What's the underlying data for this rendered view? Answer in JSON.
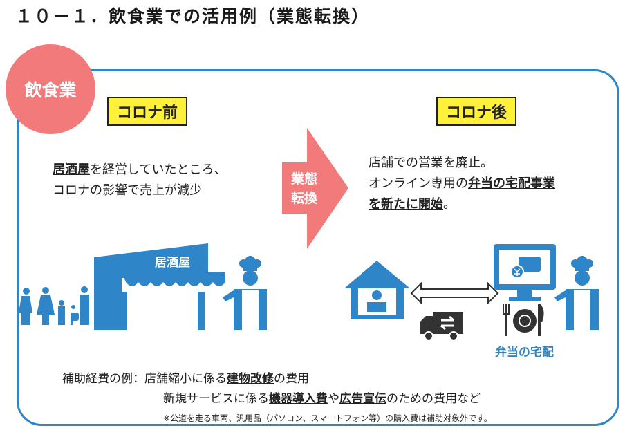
{
  "title": "１０－１．飲食業での活用例（業態転換）",
  "badge": "飲食業",
  "before": {
    "label": "コロナ前",
    "line1_em": "居酒屋",
    "line1_rest": "を経営していたところ、",
    "line2": "コロナの影響で売上が減少",
    "shop_sign": "居酒屋"
  },
  "arrow": {
    "line1": "業態",
    "line2": "転換"
  },
  "after": {
    "label": "コロナ後",
    "line1": "店舗での営業を廃止。",
    "line2_prefix": "オンライン専用の",
    "line2_em": "弁当の宅配事業",
    "line3_em": "を新たに開始",
    "line3_suffix": "。",
    "delivery_label": "弁当の宅配"
  },
  "expenses": {
    "heading": "補助経費の例：",
    "row1_prefix": "店舗縮小に係る",
    "row1_em": "建物改修",
    "row1_suffix": "の費用",
    "row2_prefix": "新規サービスに係る",
    "row2_em1": "機器導入費",
    "row2_mid": "や",
    "row2_em2": "広告宣伝",
    "row2_suffix": "のための費用など",
    "note": "※公道を走る車両、汎用品（パソコン、スマートフォン等）の購入費は補助対象外です。"
  },
  "colors": {
    "accent": "#2e86c8",
    "arrow": "#f37a7a",
    "badge": "#f37a7a",
    "label_bg": "#fff03a"
  }
}
